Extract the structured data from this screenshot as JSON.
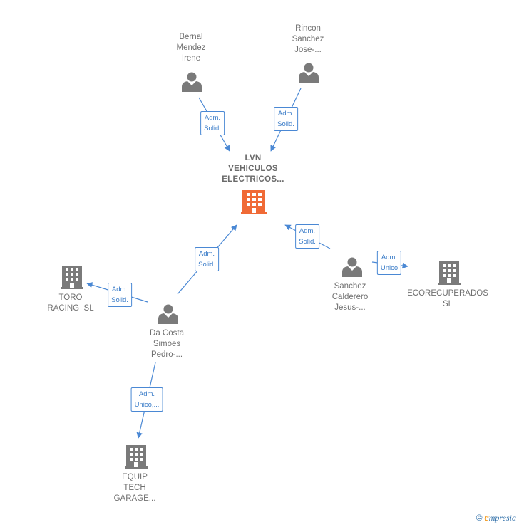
{
  "colors": {
    "edge": "#4a88d4",
    "edge_text": "#3a7cc8",
    "person_icon": "#7a7a7a",
    "company_icon": "#7a7a7a",
    "center_icon": "#f06a36",
    "node_text": "#707070"
  },
  "nodes": {
    "center": {
      "lines": [
        "LVN",
        "VEHICULOS",
        "ELECTRICOS..."
      ],
      "icon": "building-icon",
      "highlight": true
    },
    "bernal": {
      "lines": [
        "Bernal",
        "Mendez",
        "Irene"
      ],
      "icon": "person-icon"
    },
    "rincon": {
      "lines": [
        "Rincon",
        "Sanchez",
        "Jose-..."
      ],
      "icon": "person-icon"
    },
    "sanchez": {
      "lines": [
        "Sanchez",
        "Calderero",
        "Jesus-..."
      ],
      "icon": "person-icon"
    },
    "ecorecuperados": {
      "lines": [
        "ECORECUPERADOS",
        "SL"
      ],
      "icon": "building-icon"
    },
    "toro": {
      "lines": [
        "TORO",
        "RACING  SL"
      ],
      "icon": "building-icon"
    },
    "dacosta": {
      "lines": [
        "Da Costa",
        "Simoes",
        "Pedro-..."
      ],
      "icon": "person-icon"
    },
    "equip": {
      "lines": [
        "EQUIP",
        "TECH",
        "GARAGE..."
      ],
      "icon": "building-icon"
    }
  },
  "edges": {
    "bernal_center": {
      "lines": [
        "Adm.",
        "Solid."
      ]
    },
    "rincon_center": {
      "lines": [
        "Adm.",
        "Solid."
      ]
    },
    "sanchez_center": {
      "lines": [
        "Adm.",
        "Solid."
      ]
    },
    "sanchez_eco": {
      "lines": [
        "Adm.",
        "Unico"
      ]
    },
    "dacosta_center": {
      "lines": [
        "Adm.",
        "Solid."
      ]
    },
    "dacosta_toro": {
      "lines": [
        "Adm.",
        "Solid."
      ]
    },
    "dacosta_equip": {
      "lines": [
        "Adm.",
        "Unico,..."
      ]
    }
  },
  "footer": {
    "copyright": "©",
    "brand_first": "e",
    "brand_rest": "mpresia"
  }
}
